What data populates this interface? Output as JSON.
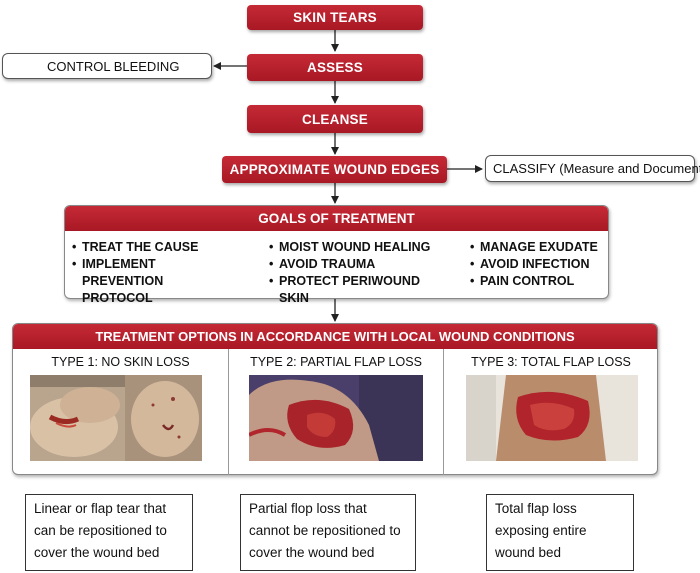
{
  "flow": {
    "skin_tears": "SKIN TEARS",
    "assess": "ASSESS",
    "cleanse": "CLEANSE",
    "approximate": "APPROXIMATE WOUND EDGES",
    "control_bleeding": "CONTROL BLEEDING",
    "classify": "CLASSIFY (Measure and Document)"
  },
  "goals": {
    "title": "GOALS OF TREATMENT",
    "columns": [
      [
        "TREAT THE CAUSE",
        "IMPLEMENT PREVENTION PROTOCOL"
      ],
      [
        "MOIST WOUND HEALING",
        "AVOID TRAUMA",
        "PROTECT PERIWOUND SKIN"
      ],
      [
        "MANAGE EXUDATE",
        "AVOID INFECTION",
        "PAIN CONTROL"
      ]
    ]
  },
  "options": {
    "title": "TREATMENT OPTIONS IN ACCORDANCE WITH LOCAL WOUND CONDITIONS",
    "types": [
      {
        "title": "TYPE 1: NO SKIN LOSS",
        "caption": "Linear or flap tear that can be repositioned to cover the wound bed"
      },
      {
        "title": "TYPE 2: PARTIAL FLAP LOSS",
        "caption": "Partial flop loss that cannot be repositioned to cover the wound bed"
      },
      {
        "title": "TYPE 3: TOTAL FLAP LOSS",
        "caption": "Total flap loss exposing entire wound bed"
      }
    ]
  },
  "colors": {
    "accent": "#b3202c",
    "border": "#555555"
  }
}
